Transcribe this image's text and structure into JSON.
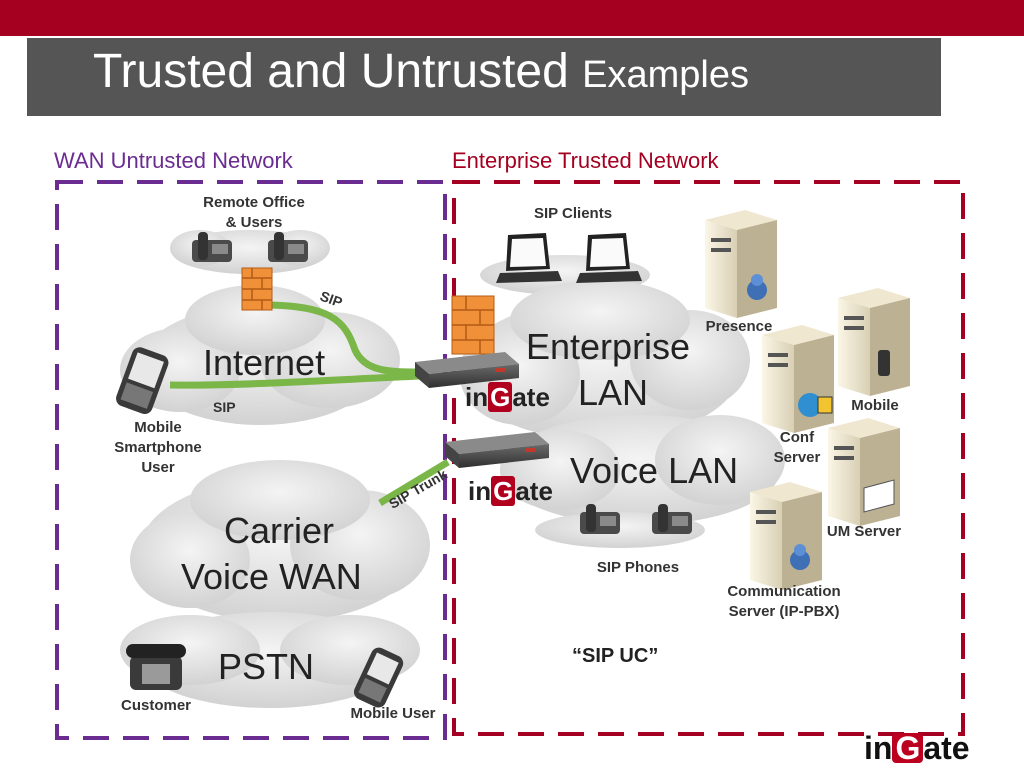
{
  "title": {
    "main": "Trusted and Untrusted",
    "sub": "Examples"
  },
  "zones": {
    "wan": "WAN Untrusted Network",
    "enterprise": "Enterprise Trusted Network"
  },
  "clouds": {
    "internet": "Internet",
    "enterprise_lan": [
      "Enterprise",
      "LAN"
    ],
    "voice_lan": "Voice LAN",
    "carrier": [
      "Carrier",
      "Voice WAN"
    ],
    "pstn": "PSTN"
  },
  "nodes": {
    "remote_office": [
      "Remote Office",
      "& Users"
    ],
    "mobile_smartphone": [
      "Mobile",
      "Smartphone",
      "User"
    ],
    "customer": "Customer",
    "mobile_user": "Mobile User",
    "sip_clients": "SIP Clients",
    "presence": "Presence",
    "mobile_server": "Mobile",
    "conf_server": [
      "Conf",
      "Server"
    ],
    "um_server": "UM Server",
    "comm_server": [
      "Communication",
      "Server (IP-PBX)"
    ],
    "sip_phones": "SIP Phones"
  },
  "links": {
    "sip_top": "SIP",
    "sip_mid": "SIP",
    "sip_trunk": "SIP Trunk"
  },
  "ingate": {
    "prefix": "in",
    "g": "G",
    "suffix": "ate"
  },
  "sip_uc": "“SIP UC”",
  "logo": {
    "prefix": "in",
    "g": "G",
    "suffix": "ate"
  },
  "colors": {
    "topbar": "#a5001f",
    "titlebar": "#555555",
    "wan": "#6a2c91",
    "enterprise": "#a50021",
    "link": "#7ab648"
  }
}
